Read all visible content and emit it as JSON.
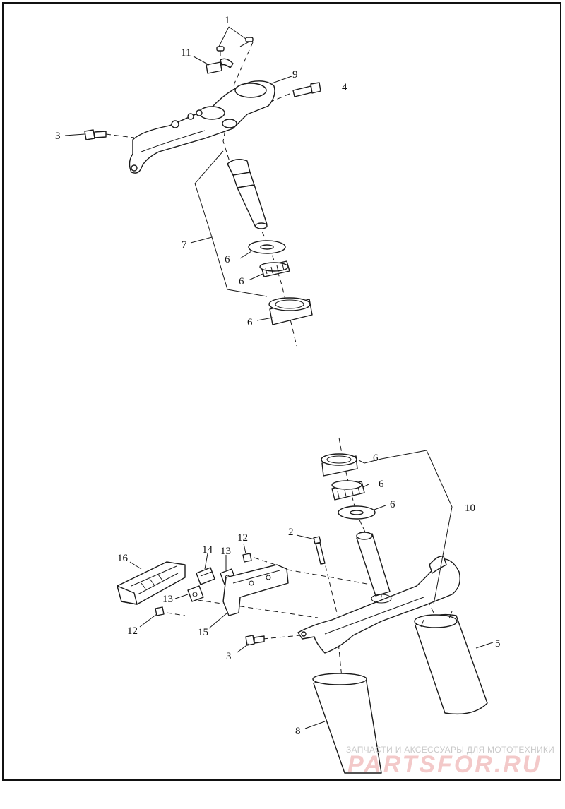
{
  "callouts": {
    "c1": "1",
    "c11": "11",
    "c9": "9",
    "c4": "4",
    "c3_top": "3",
    "c7": "7",
    "c6_a": "6",
    "c6_b": "6",
    "c6_c": "6",
    "c6_d": "6",
    "c6_e": "6",
    "c6_f": "6",
    "c10": "10",
    "c2": "2",
    "c12_a": "12",
    "c14": "14",
    "c13_a": "13",
    "c16": "16",
    "c13_b": "13",
    "c12_b": "12",
    "c15": "15",
    "c3_bot": "3",
    "c5": "5",
    "c8": "8"
  },
  "watermark": {
    "tagline": "ЗАПЧАСТИ И АКСЕССУАРЫ ДЛЯ МОТОТЕХНИКИ",
    "brand": "PARTSFOR.RU"
  }
}
